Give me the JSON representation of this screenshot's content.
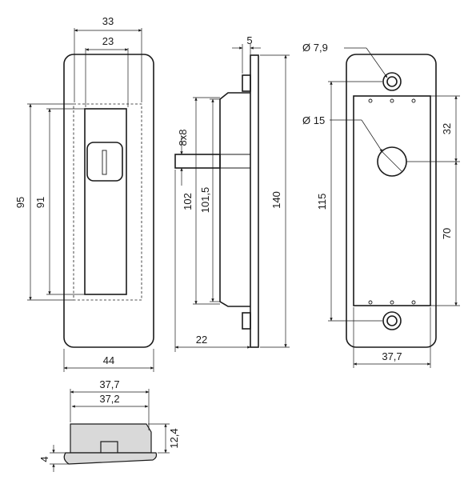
{
  "dimensions": {
    "front_width_outer": "33",
    "front_width_inner": "23",
    "front_height_outer": "95",
    "front_height_inner": "91",
    "front_total_width": "44",
    "side_offset": "5",
    "side_pin": "8x8",
    "side_depth_a": "102",
    "side_depth_b": "101,5",
    "side_height": "140",
    "side_projection": "22",
    "back_hole_small": "Ø 7,9",
    "back_hole_large": "Ø 15",
    "back_top_offset": "32",
    "back_height": "115",
    "back_lower": "70",
    "back_width": "37,7",
    "bottom_width_outer": "37,7",
    "bottom_width_inner": "37,2",
    "bottom_height": "12,4",
    "bottom_thickness": "4"
  },
  "colors": {
    "line": "#1a1a1a",
    "fill": "#d9d9d9",
    "background": "#ffffff"
  }
}
